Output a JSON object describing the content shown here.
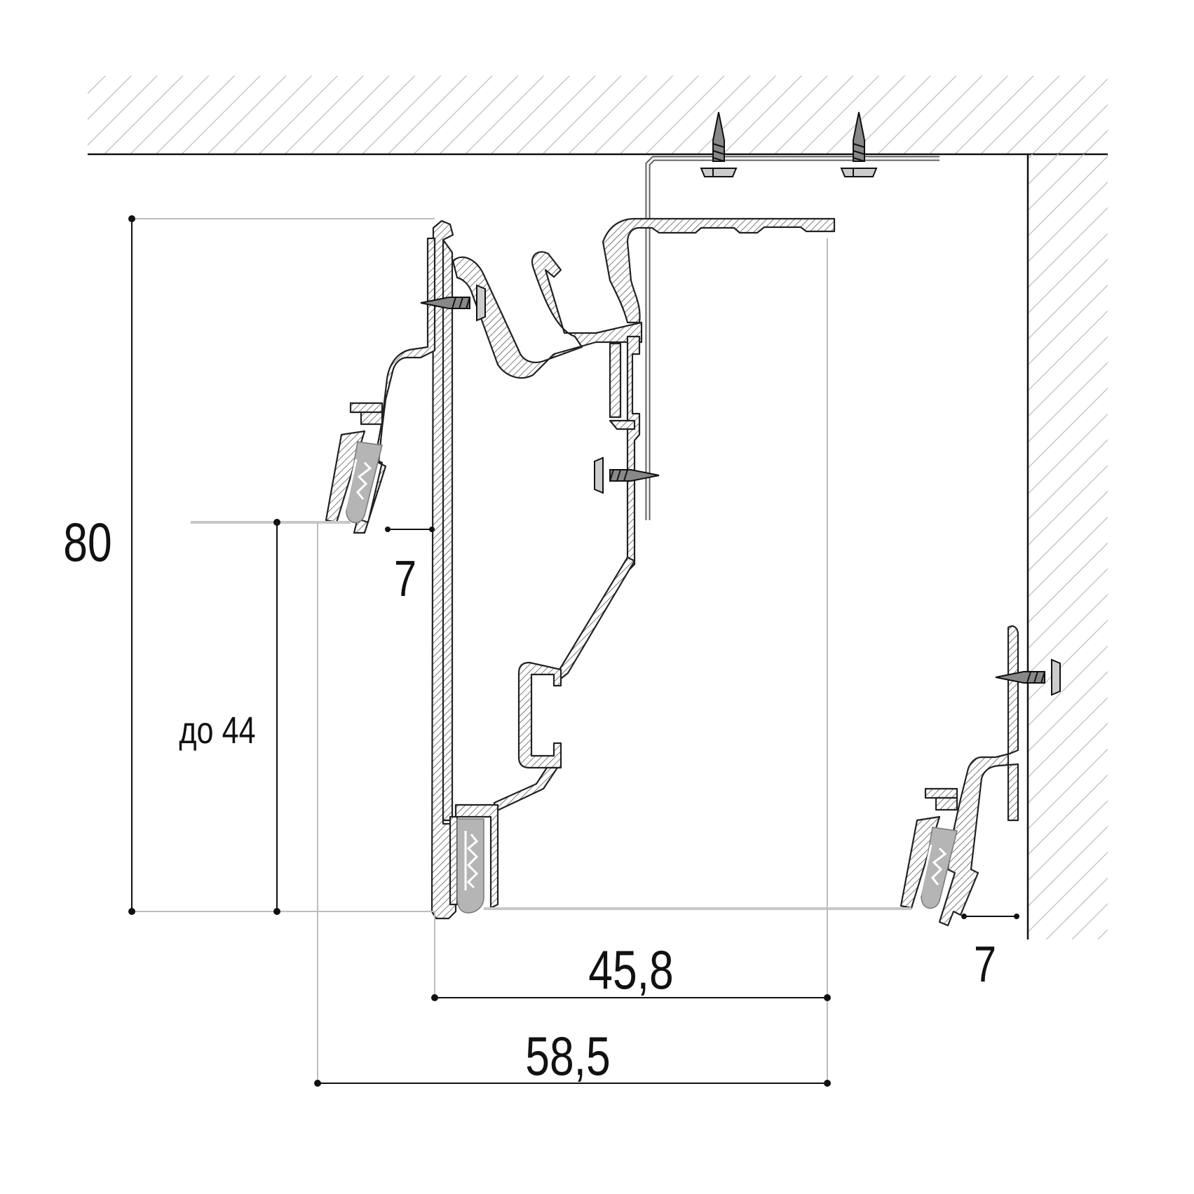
{
  "dimensions": {
    "height_total": "80",
    "height_fabric": "до 44",
    "gap_left": "7",
    "gap_right": "7",
    "width_inner": "45,8",
    "width_outer": "58,5"
  },
  "colors": {
    "line": "#222222",
    "extension_line": "#bdbdbd",
    "wall_hatch": "#c8c8c8",
    "insert": "#b5b5b5"
  }
}
